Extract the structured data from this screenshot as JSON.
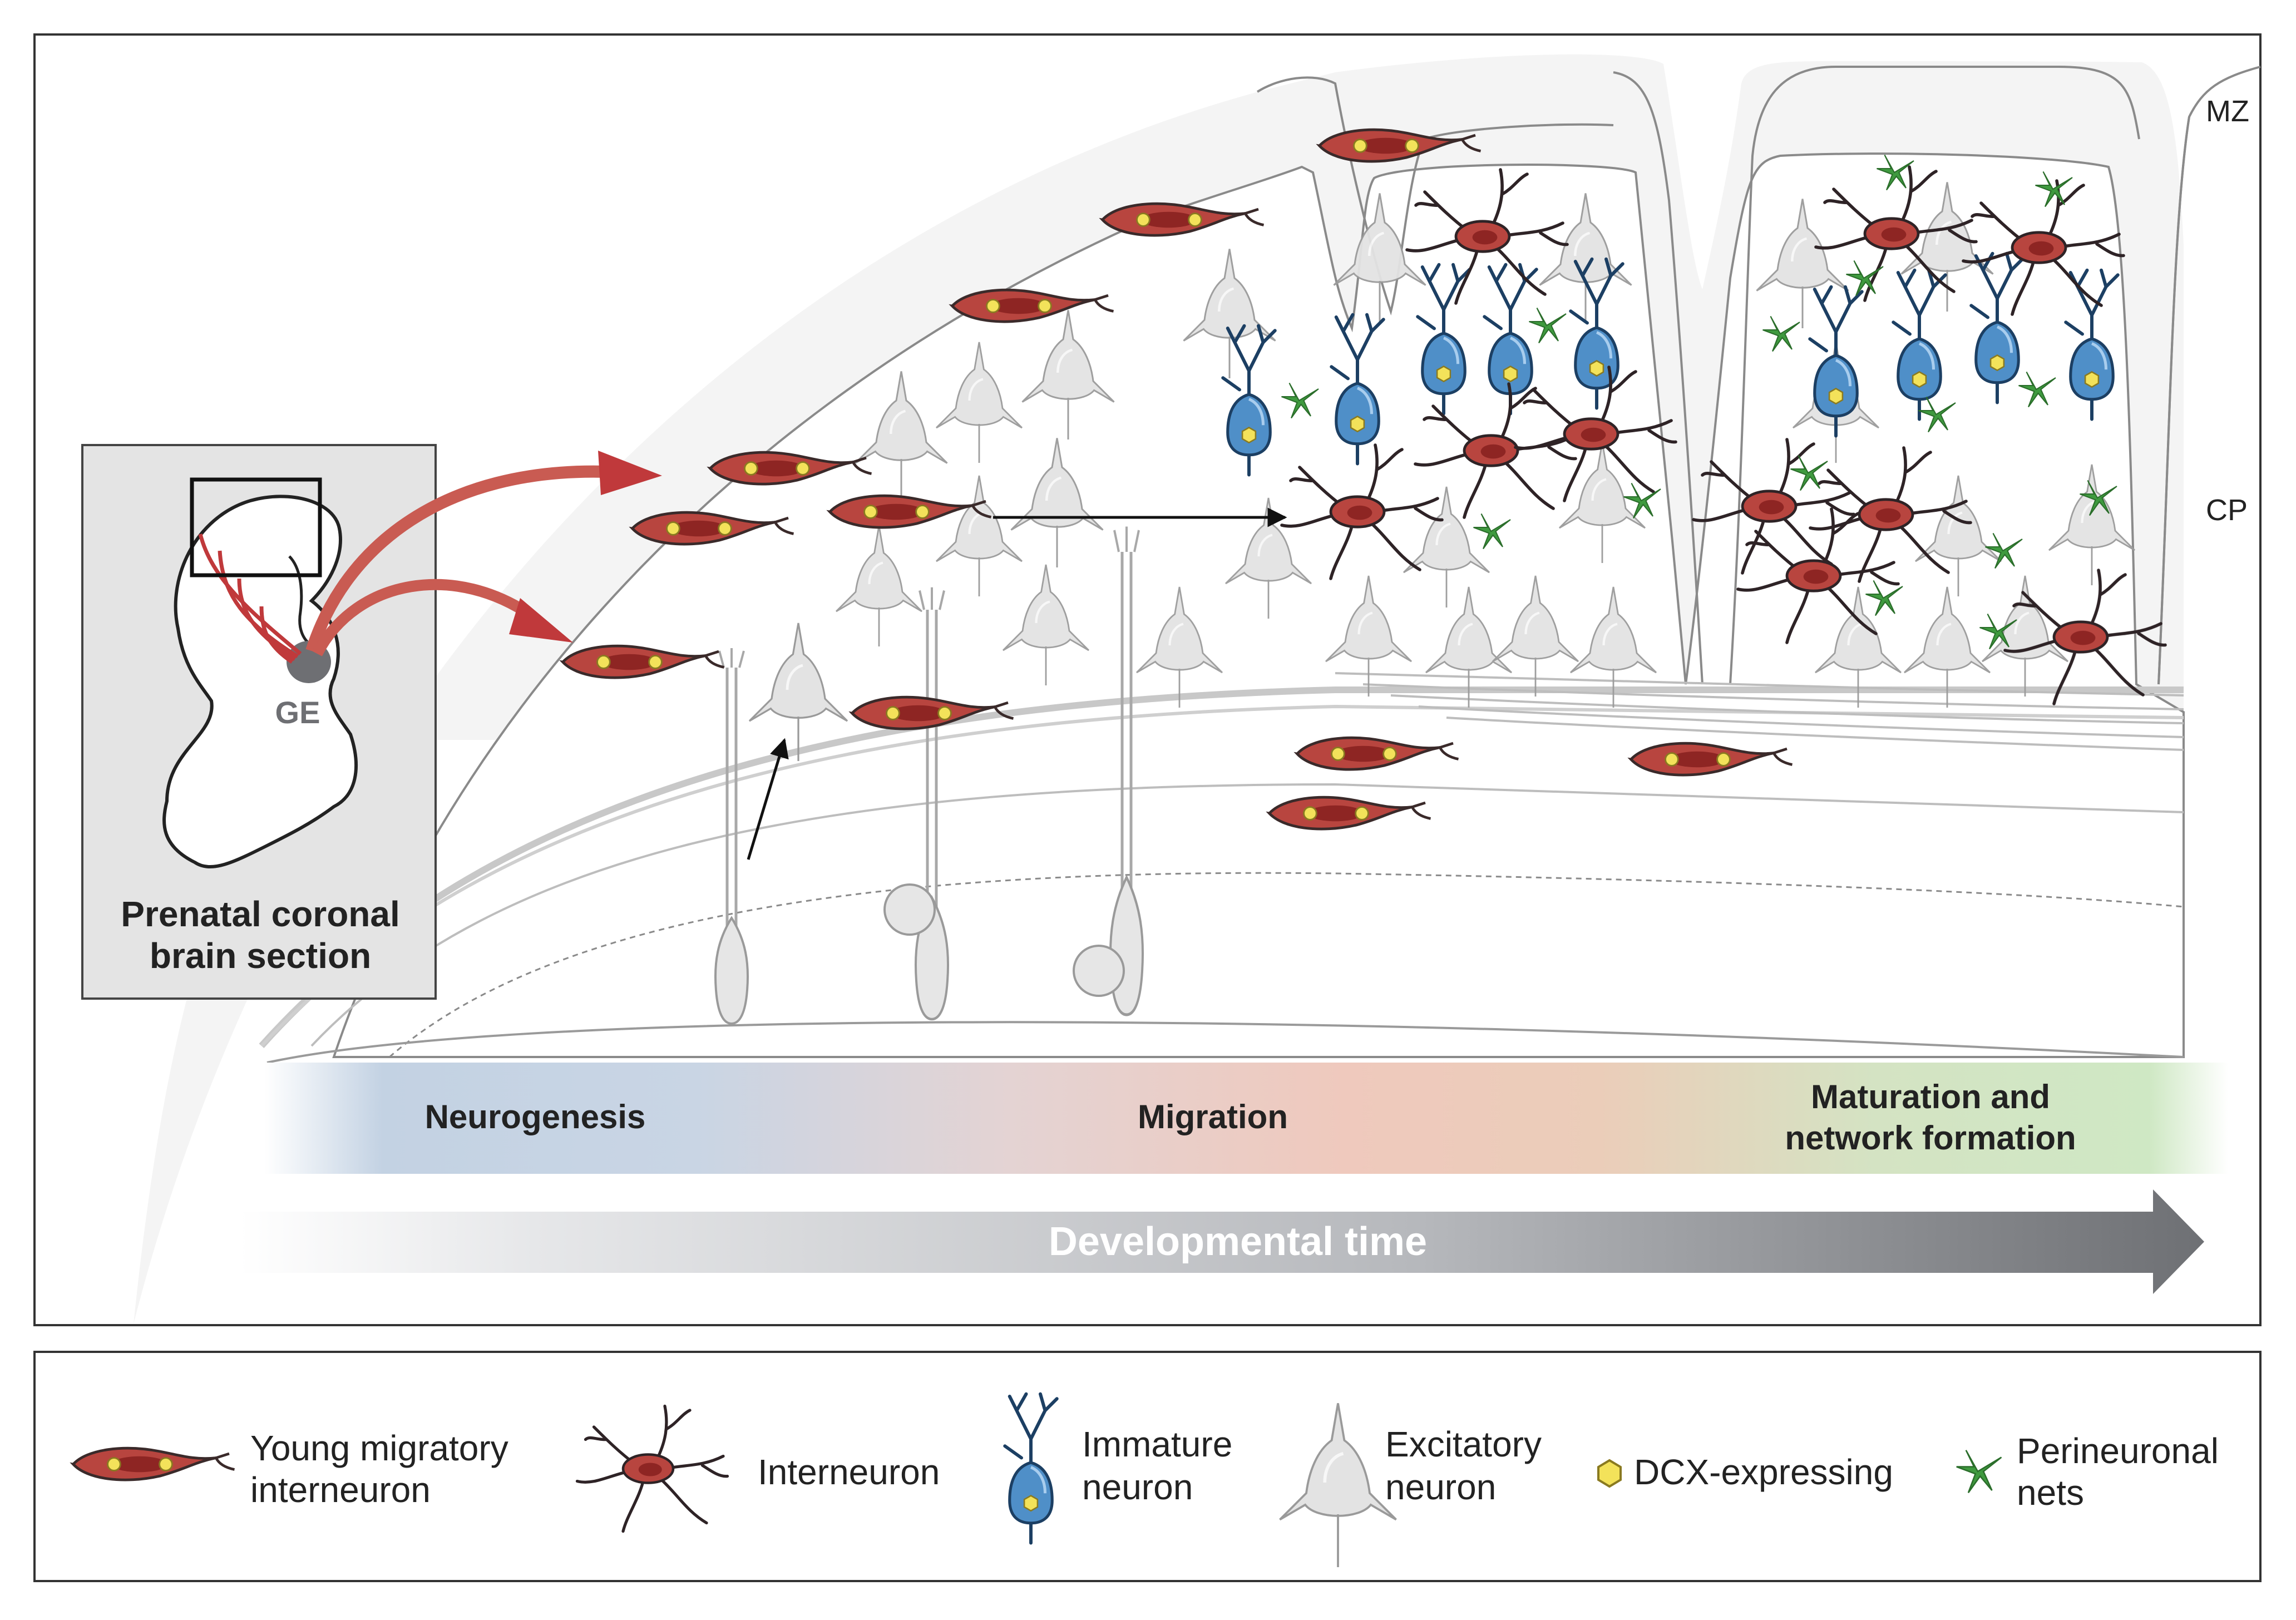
{
  "inset": {
    "region_label": "GE",
    "caption_line1": "Prenatal coronal",
    "caption_line2": "brain section"
  },
  "layers": {
    "marginal_zone": "MZ",
    "cortical_plate": "CP"
  },
  "stages": {
    "neurogenesis": "Neurogenesis",
    "migration": "Migration",
    "maturation_line1": "Maturation and",
    "maturation_line2": "network formation"
  },
  "time_axis": {
    "label": "Developmental time"
  },
  "legend": {
    "young_line1": "Young migratory",
    "young_line2": "interneuron",
    "interneuron": "Interneuron",
    "immature_line1": "Immature",
    "immature_line2": "neuron",
    "excitatory_line1": "Excitatory",
    "excitatory_line2": "neuron",
    "dcx": "DCX-expressing",
    "pnn_line1": "Perineuronal",
    "pnn_line2": "nets"
  },
  "colors": {
    "migratory_cell": "#b8453f",
    "interneuron": "#b8453f",
    "immature_neuron": "#4f8fc8",
    "excitatory_neuron": "#e3e3e3",
    "dcx_marker": "#f3e25a",
    "perineuronal_net": "#3f9a3f",
    "neurogenesis_band": "#c8d6e6",
    "migration_band": "#ecc7bd",
    "maturation_band": "#cde6c2",
    "time_arrow": "#7b7c80"
  },
  "icons": {
    "migratory": "young-migratory-interneuron-icon",
    "interneuron": "interneuron-icon",
    "immature": "immature-neuron-icon",
    "excitatory": "excitatory-neuron-icon",
    "dcx": "dcx-hexagon-icon",
    "pnn": "perineuronal-net-icon"
  }
}
